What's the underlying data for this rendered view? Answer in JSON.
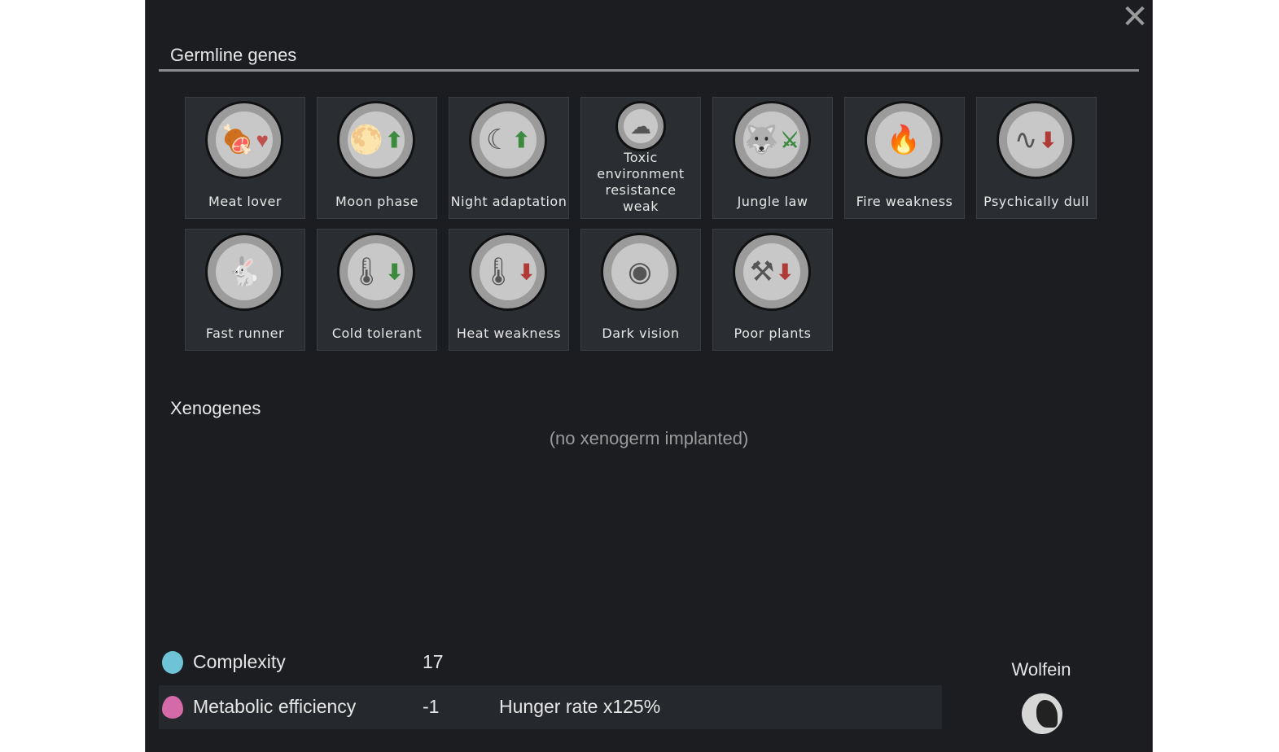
{
  "window": {
    "close_icon": "close-icon"
  },
  "germline": {
    "title": "Germline genes",
    "genes": [
      {
        "label": "Meat lover",
        "icon": "meat-heart-icon",
        "glyph": "🍖",
        "arrow": "♥",
        "arrow_color": "#c0504d"
      },
      {
        "label": "Moon phase",
        "icon": "howling-wolf-moon-icon",
        "glyph": "🌕",
        "arrow": "⬆",
        "arrow_color": "#3b8a3e"
      },
      {
        "label": "Night adaptation",
        "icon": "crescent-moon-stars-icon",
        "glyph": "☾",
        "arrow": "⬆",
        "arrow_color": "#3b8a3e"
      },
      {
        "label": "Toxic environment resistance weak",
        "icon": "toxic-shield-icon",
        "glyph": "☁",
        "arrow": "",
        "arrow_color": "#888"
      },
      {
        "label": "Jungle law",
        "icon": "wolf-swords-icon",
        "glyph": "🐺",
        "arrow": "⚔",
        "arrow_color": "#3b8a3e"
      },
      {
        "label": "Fire weakness",
        "icon": "fire-fur-icon",
        "glyph": "🔥",
        "arrow": "",
        "arrow_color": "#888"
      },
      {
        "label": "Psychically dull",
        "icon": "psychic-down-icon",
        "glyph": "∿",
        "arrow": "⬇",
        "arrow_color": "#b03a36"
      },
      {
        "label": "Fast runner",
        "icon": "rabbit-icon",
        "glyph": "🐇",
        "arrow": "",
        "arrow_color": "#888"
      },
      {
        "label": "Cold tolerant",
        "icon": "thermometer-cold-icon",
        "glyph": "🌡",
        "arrow": "⬇",
        "arrow_color": "#3b8a3e"
      },
      {
        "label": "Heat weakness",
        "icon": "thermometer-heat-icon",
        "glyph": "🌡",
        "arrow": "⬇",
        "arrow_color": "#b03a36"
      },
      {
        "label": "Dark vision",
        "icon": "eye-icon",
        "glyph": "◉",
        "arrow": "",
        "arrow_color": "#888"
      },
      {
        "label": "Poor plants",
        "icon": "pitchfork-down-icon",
        "glyph": "⚒",
        "arrow": "⬇",
        "arrow_color": "#b03a36"
      }
    ]
  },
  "xenogenes": {
    "title": "Xenogenes",
    "empty_text": "(no xenogerm implanted)"
  },
  "stats": [
    {
      "name": "Complexity",
      "value": "17",
      "effect": "",
      "icon": "complexity-icon",
      "color": "#6ec3d6"
    },
    {
      "name": "Metabolic efficiency",
      "value": "-1",
      "effect": "Hunger rate x125%",
      "icon": "metabolism-flame-icon",
      "color": "#d46aa8"
    }
  ],
  "xenotype": {
    "name": "Wolfein",
    "icon": "wolfein-xenotype-icon"
  }
}
